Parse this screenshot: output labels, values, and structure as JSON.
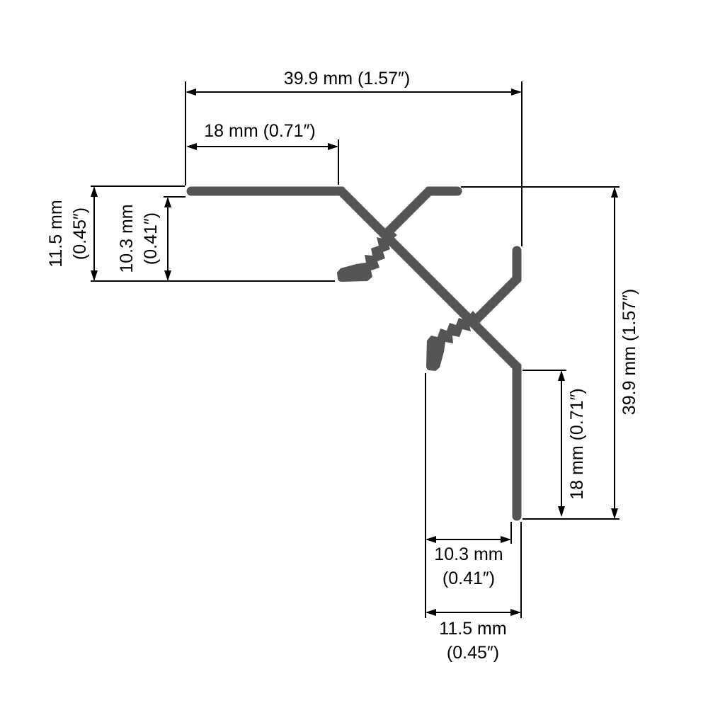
{
  "drawing": {
    "subject": "corner-profile-cross-section"
  },
  "dimensions": {
    "top_width": {
      "metric": "39.9 mm",
      "imperial": "(1.57″)"
    },
    "top_face": {
      "metric": "18 mm",
      "imperial": "(0.71″)"
    },
    "left_overall": {
      "metric": "11.5 mm",
      "imperial": "(0.45″)"
    },
    "left_inner": {
      "metric": "10.3 mm",
      "imperial": "(0.41″)"
    },
    "right_height": {
      "metric": "39.9 mm",
      "imperial": "(1.57″)"
    },
    "right_face": {
      "metric": "18 mm",
      "imperial": "(0.71″)"
    },
    "bottom_inner": {
      "metric": "10.3 mm",
      "imperial": "(0.41″)"
    },
    "bottom_overall": {
      "metric": "11.5 mm",
      "imperial": "(0.45″)"
    }
  },
  "colors": {
    "profile": "#545457",
    "lines": "#000000",
    "background": "#ffffff"
  }
}
